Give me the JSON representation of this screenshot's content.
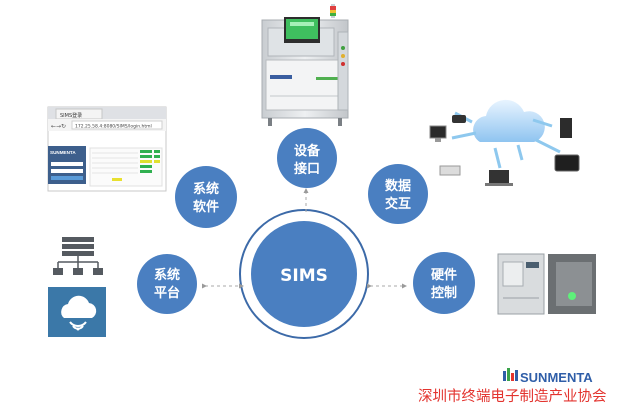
{
  "hub": {
    "label": "SIMS"
  },
  "nodes": {
    "interface": {
      "line1": "设备",
      "line2": "接口"
    },
    "software": {
      "line1": "系统",
      "line2": "软件"
    },
    "data": {
      "line1": "数据",
      "line2": "交互"
    },
    "platform": {
      "line1": "系统",
      "line2": "平台"
    },
    "hardware": {
      "line1": "硬件",
      "line2": "控制"
    }
  },
  "browser": {
    "tab_title": "SIMS登录",
    "address": "172.25.58.4:8080/SIMS/login.html",
    "logo_text": "SUNMENTA"
  },
  "footer": {
    "brand": "SUNMENTA",
    "watermark": "深圳市终端电子制造产业协会"
  },
  "colors": {
    "node": "#4a7fc1",
    "hub_ring": "#3c6aa8",
    "arrow": "#a9a9a9",
    "watermark": "#e3342f"
  }
}
